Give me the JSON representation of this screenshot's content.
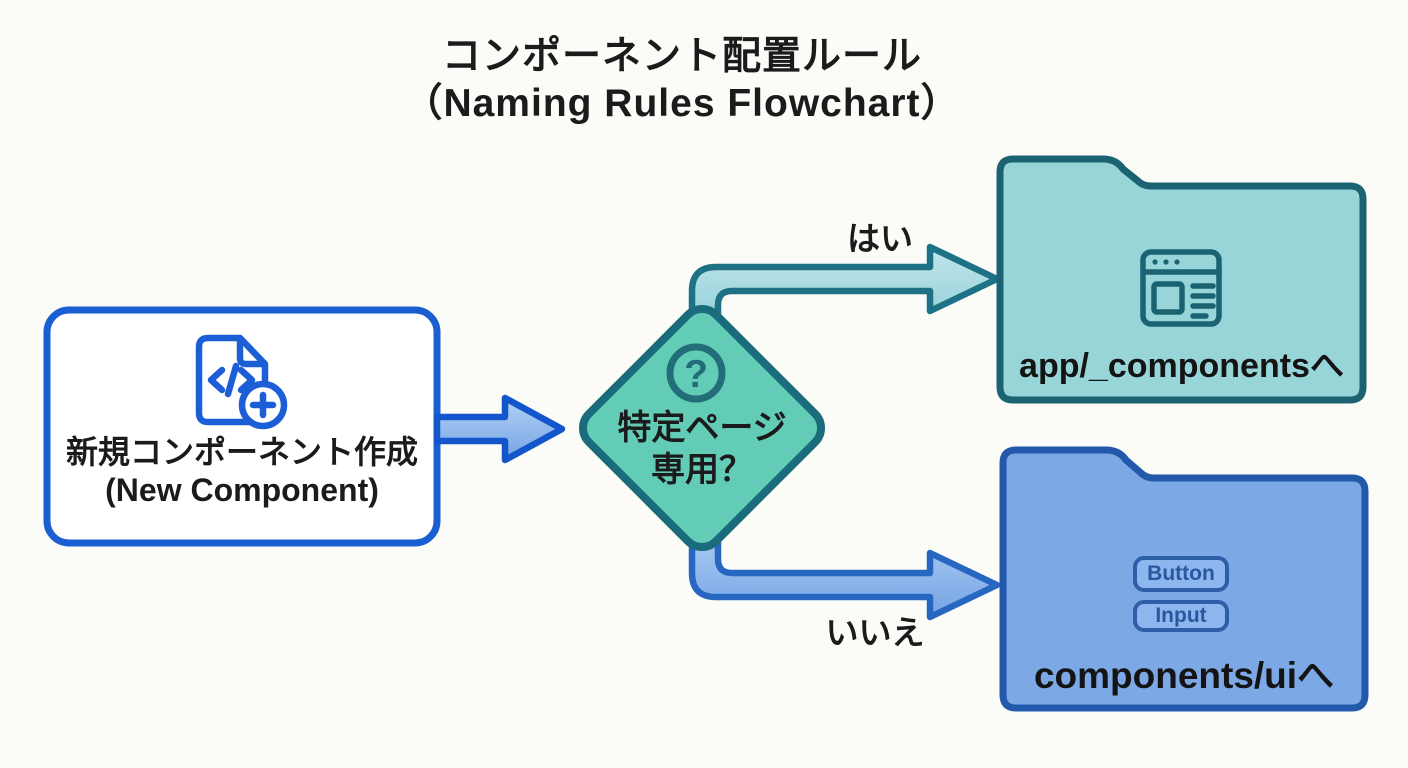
{
  "title": {
    "line1": "コンポーネント配置ルール",
    "line2": "（Naming Rules Flowchart）"
  },
  "nodes": {
    "start": {
      "label_ja": "新規コンポーネント作成",
      "label_en": "(New Component)",
      "icon": "file-code-plus-icon"
    },
    "decision": {
      "line1": "特定ページ",
      "line2": "専用？",
      "icon": "question-circle-icon",
      "icon_glyph": "?"
    },
    "yes_folder": {
      "label": "app/_componentsへ",
      "icon": "browser-window-icon"
    },
    "no_folder": {
      "label": "components/uiへ",
      "chips": [
        {
          "label": "Button"
        },
        {
          "label": "Input"
        }
      ]
    }
  },
  "edges": {
    "yes": {
      "label": "はい"
    },
    "no": {
      "label": "いいえ"
    }
  },
  "colors": {
    "background": "#fbfbf8",
    "text": "#1b1b1b",
    "start_box_border": "#1a5fd2",
    "start_icon_blue": "#1b5ed6",
    "diamond_fill": "#62ccb7",
    "diamond_border": "#1a6b7c",
    "question_icon": "#216d78",
    "yes_arrow_fill_light": "#bfe5ea",
    "yes_arrow_fill_dark": "#8fccd6",
    "yes_arrow_border": "#1d7286",
    "yes_folder_fill": "#97d5d8",
    "yes_folder_border": "#1b6372",
    "no_arrow_fill_light": "#b4d2f4",
    "no_arrow_fill_dark": "#74a4e4",
    "no_arrow_border": "#2767c2",
    "no_folder_fill": "#7ca9e6",
    "no_folder_border": "#2259ab",
    "chip_border": "#2e5ea8",
    "chip_text": "#2b579e"
  }
}
